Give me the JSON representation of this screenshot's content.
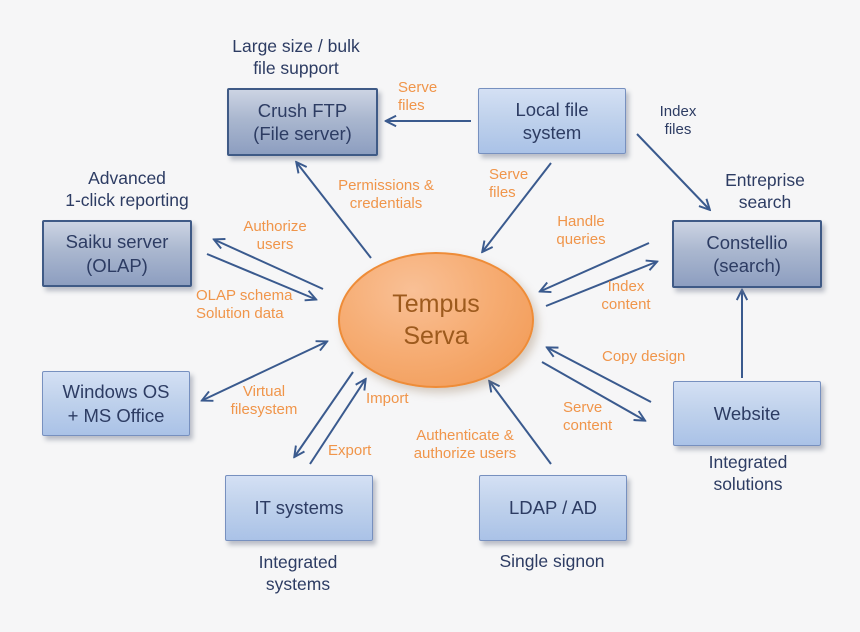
{
  "center_node": {
    "label": "Tempus\nServa"
  },
  "nodes": {
    "crush_ftp": {
      "label": "Crush FTP\n(File server)"
    },
    "local_file_system": {
      "label": "Local file\nsystem"
    },
    "saiku_server": {
      "label": "Saiku server\n(OLAP)"
    },
    "constellio": {
      "label": "Constellio\n(search)"
    },
    "windows_os": {
      "label": "Windows OS\n+ MS Office"
    },
    "website": {
      "label": "Website"
    },
    "it_systems": {
      "label": "IT systems"
    },
    "ldap_ad": {
      "label": "LDAP / AD"
    }
  },
  "captions": {
    "crush_ftp": "Large size / bulk\nfile support",
    "saiku_server": "Advanced\n1-click reporting",
    "constellio": "Entreprise\nsearch",
    "website": "Integrated\nsolutions",
    "it_systems": "Integrated\nsystems",
    "ldap_ad": "Single signon"
  },
  "edge_labels": {
    "serve_files_top": "Serve\nfiles",
    "index_files": "Index\nfiles",
    "serve_files_center": "Serve\nfiles",
    "permissions_credentials": "Permissions &\ncredentials",
    "handle_queries": "Handle\nqueries",
    "index_content": "Index\ncontent",
    "authorize_users": "Authorize\nusers",
    "olap_schema": "OLAP schema\nSolution data",
    "virtual_filesystem": "Virtual\nfilesystem",
    "import": "Import",
    "export": "Export",
    "authenticate_authorize": "Authenticate &\nauthorize users",
    "serve_content": "Serve\ncontent",
    "copy_design": "Copy design"
  },
  "colors": {
    "arrow": "#3a5a8e",
    "label_orange": "#f0954a",
    "text_navy": "#2d3c63",
    "ellipse_fill": "#f5a96f",
    "ellipse_border": "#ee8c38",
    "dark_node_fill": "#8d9ec0",
    "light_node_fill": "#aac2e7",
    "background": "#f6f6f7"
  }
}
